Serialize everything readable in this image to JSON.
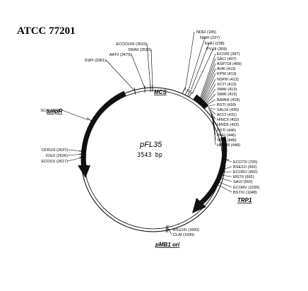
{
  "accession": "ATCC 77201",
  "plasmid": {
    "name": "pFL35",
    "size": "3543 bp"
  },
  "features": {
    "mcs": "MCS",
    "ampR": "ampR",
    "trp1": "TRP1",
    "ori": "pMB1 ori"
  },
  "sites_top": [
    "NDEI (185)",
    "NARI (237)",
    "EHEI (238)",
    "PVUII (309)",
    "ECORI (397)",
    "SACI (407)",
    "ASP718 (409)",
    "AVAI (413)",
    "KPNI (413)",
    "NSPIII (413)",
    "XCYI (413)",
    "XMAI (413)",
    "SMAI (415)",
    "BAMHI (418)",
    "BSTI (418)",
    "SALGI (430)",
    "ACCI (431)",
    "HINCII (432)",
    "HINDII (432)",
    "PSTI (440)",
    "PAEI (446)",
    "SPHI (446)",
    "HINDIII (448)"
  ],
  "sites_right": [
    "ECO72I (705)",
    "BSE21I (992)",
    "ECO81I (992)",
    "MSTII (992)",
    "SAUI (992)",
    "ECORV (1035)",
    "BSTXI (1048)"
  ],
  "sites_left_top": [
    "ECOO109 (3533)",
    "DRAII (3533)",
    "AATII (3479)",
    "SSPI (3361)"
  ],
  "sites_left": [
    "SCAI (3037)"
  ],
  "sites_left_mid": [
    "CFR10I (2637)",
    "GSUI (2626)",
    "ECO31I (2617)"
  ],
  "sites_bottom": [
    "BSU15I (1600)",
    "CLAI (1600)"
  ]
}
